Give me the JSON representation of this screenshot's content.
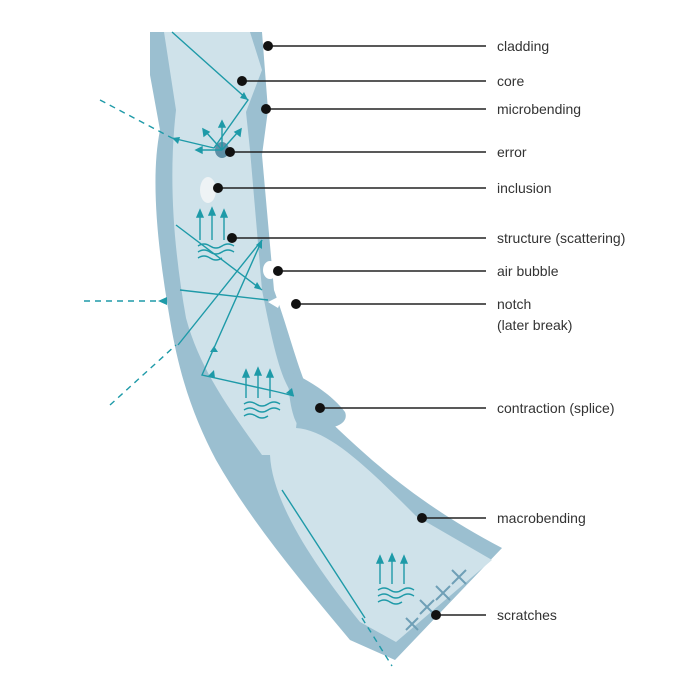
{
  "colors": {
    "cladding": "#9bbfd0",
    "core": "#cfe2ea",
    "ray": "#1e9aa8",
    "leader": "#222222",
    "text": "#333333",
    "inclusion": "#eef3f5",
    "error_spot": "#5d8fa6"
  },
  "labels": {
    "cladding": "cladding",
    "core": "core",
    "microbending": "microbending",
    "error": "error",
    "inclusion": "inclusion",
    "structure": "structure (scattering)",
    "air_bubble": "air bubble",
    "notch_line1": "notch",
    "notch_line2": "(later break)",
    "contraction": "contraction (splice)",
    "macrobending": "macrobending",
    "scratches": "scratches"
  }
}
